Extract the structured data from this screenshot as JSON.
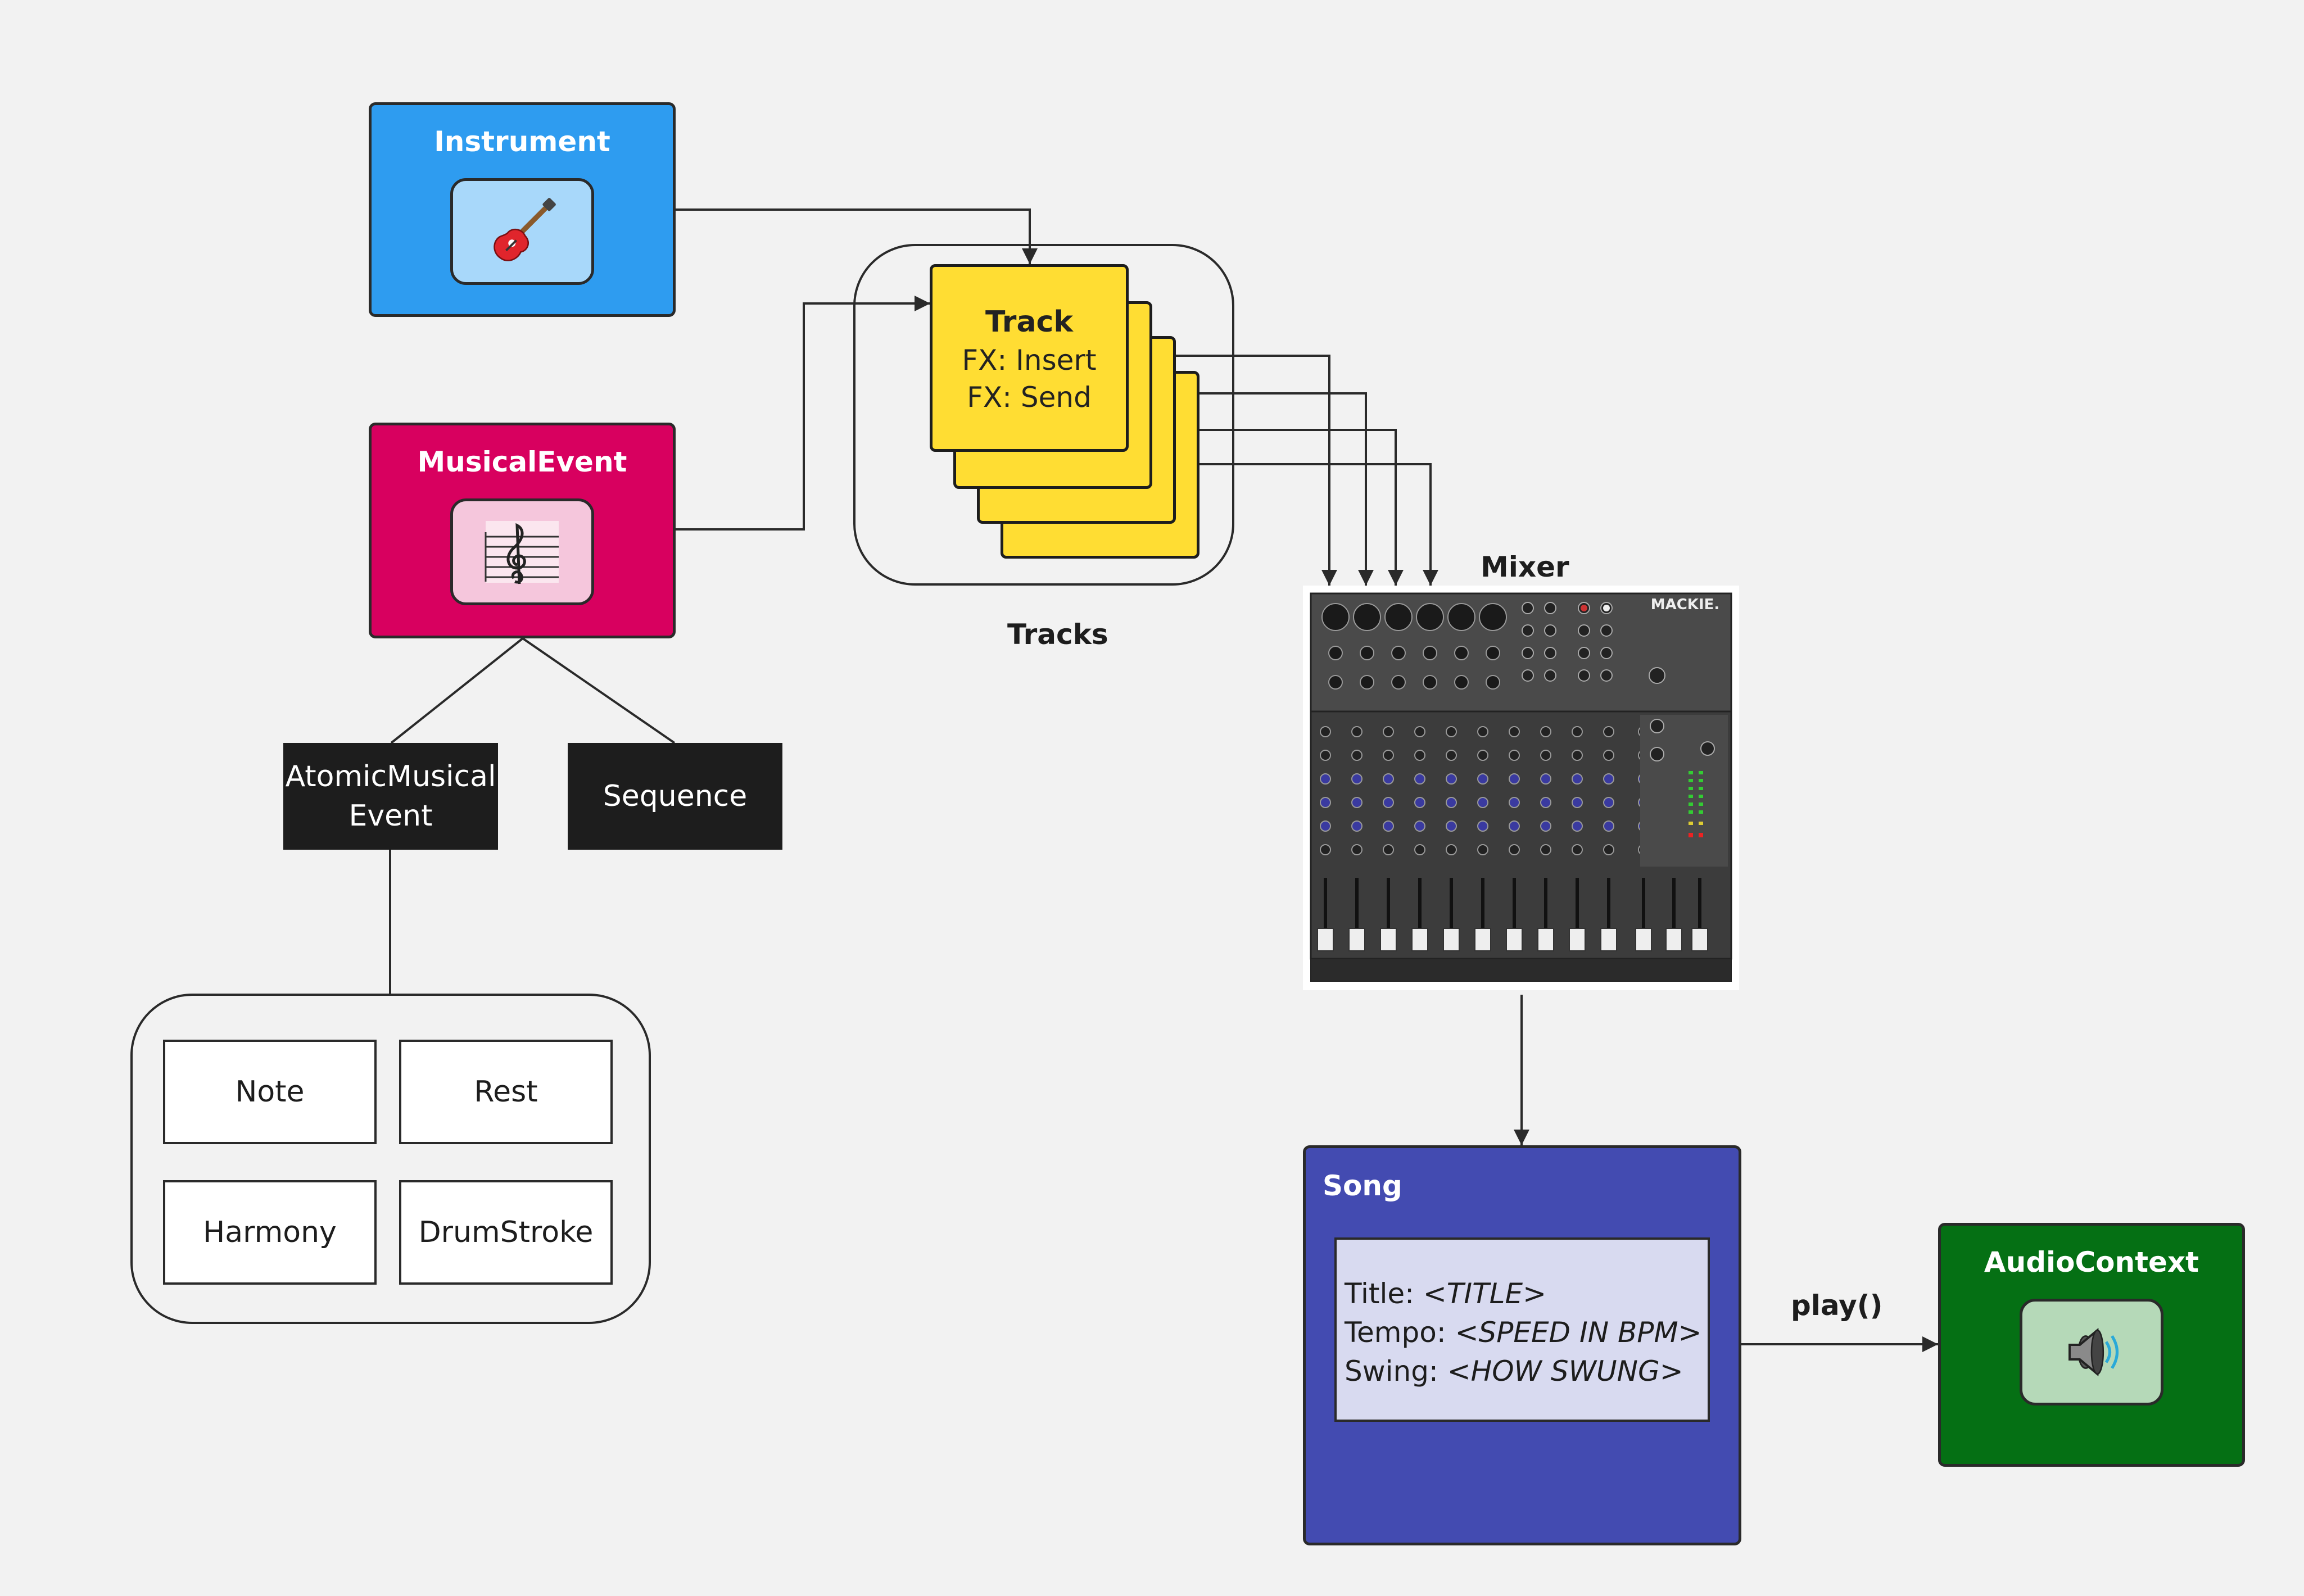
{
  "instrument": {
    "title": "Instrument",
    "icon": "guitar-icon",
    "color": "#2e9cf0",
    "icon_bg": "#a8d8fa"
  },
  "musical_event": {
    "title": "MusicalEvent",
    "icon": "treble-clef-icon",
    "color": "#d8005f",
    "icon_bg": "#f5c6dc"
  },
  "atomic_musical_event": {
    "line1": "AtomicMusical",
    "line2": "Event"
  },
  "sequence": {
    "label": "Sequence"
  },
  "event_types": [
    "Note",
    "Rest",
    "Harmony",
    "DrumStroke"
  ],
  "track": {
    "title": "Track",
    "fx_insert": "FX: Insert",
    "fx_send": "FX: Send",
    "color": "#ffdd33"
  },
  "tracks_label": "Tracks",
  "mixer": {
    "label": "Mixer",
    "brand": "MACKIE.",
    "icon": "mixer-console-icon"
  },
  "song": {
    "title": "Song",
    "color": "#434bb1",
    "fields": [
      {
        "key": "Title: ",
        "value": "<TITLE>"
      },
      {
        "key": "Tempo: ",
        "value": "<SPEED IN BPM>"
      },
      {
        "key": "Swing: ",
        "value": "<HOW SWUNG>"
      }
    ]
  },
  "play_label": "play()",
  "audio_context": {
    "title": "AudioContext",
    "icon": "speaker-icon",
    "color": "#057014",
    "icon_bg": "#b5d9b8"
  }
}
